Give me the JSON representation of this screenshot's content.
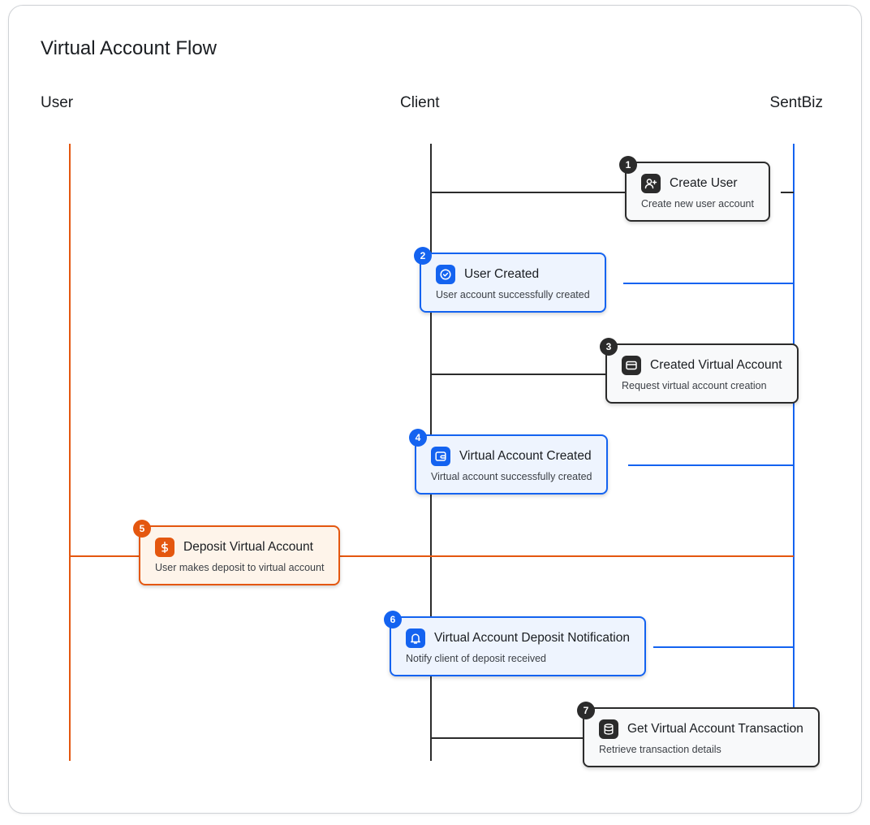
{
  "title": "Virtual Account Flow",
  "lanes": [
    "User",
    "Client",
    "SentBiz"
  ],
  "colors": {
    "dark": "#2b2b2b",
    "blue": "#1463f0",
    "orange": "#e4570f",
    "blue_bg": "#eef4fe",
    "orange_bg": "#fef4ea",
    "dark_bg": "#f8f9fa"
  },
  "steps": [
    {
      "number": "1",
      "title": "Create User",
      "description": "Create new user account",
      "icon": "user-plus-icon",
      "style": "dark",
      "from": "Client",
      "to": "SentBiz"
    },
    {
      "number": "2",
      "title": "User Created",
      "description": "User account successfully created",
      "icon": "check-circle-icon",
      "style": "blue",
      "from": "SentBiz",
      "to": "Client"
    },
    {
      "number": "3",
      "title": "Created Virtual Account",
      "description": "Request virtual account creation",
      "icon": "credit-card-icon",
      "style": "dark",
      "from": "Client",
      "to": "SentBiz"
    },
    {
      "number": "4",
      "title": "Virtual Account Created",
      "description": "Virtual account successfully created",
      "icon": "wallet-icon",
      "style": "blue",
      "from": "SentBiz",
      "to": "Client"
    },
    {
      "number": "5",
      "title": "Deposit Virtual Account",
      "description": "User makes deposit to virtual account",
      "icon": "dollar-icon",
      "style": "orange",
      "from": "User",
      "to": "SentBiz"
    },
    {
      "number": "6",
      "title": "Virtual Account Deposit Notification",
      "description": "Notify client of deposit received",
      "icon": "bell-icon",
      "style": "blue",
      "from": "SentBiz",
      "to": "Client"
    },
    {
      "number": "7",
      "title": "Get Virtual Account Transaction",
      "description": "Retrieve transaction details",
      "icon": "database-icon",
      "style": "dark",
      "from": "Client",
      "to": "SentBiz"
    }
  ]
}
